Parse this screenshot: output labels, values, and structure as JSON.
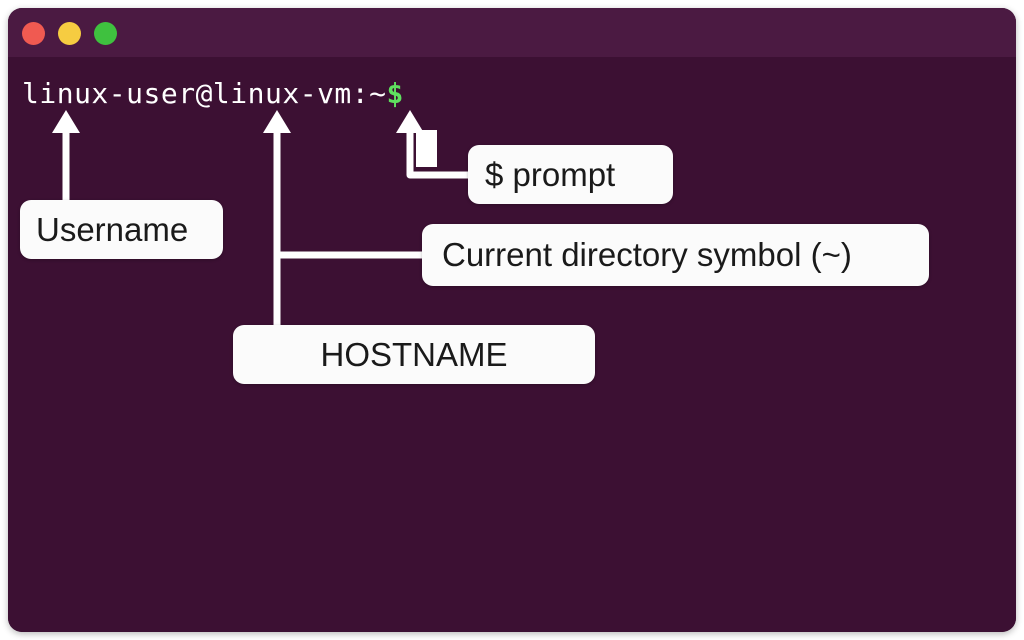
{
  "window": {
    "title_bar": {
      "buttons": [
        {
          "name": "close",
          "color": "#f05a51"
        },
        {
          "name": "minimize",
          "color": "#f6cc41"
        },
        {
          "name": "zoom",
          "color": "#3fc13f"
        }
      ]
    },
    "colors": {
      "titlebar_bg": "#4b1a42",
      "body_bg": "#3c1033",
      "prompt_text": "#ffffff",
      "sigil_green": "#5fe05f",
      "callout_bg": "#fbfbfb",
      "callout_text": "#1a1a1a",
      "connector": "#ffffff"
    }
  },
  "terminal": {
    "prompt": {
      "username": "linux-user",
      "at": "@",
      "hostname": "linux-vm",
      "separator": ":",
      "cwd": "~",
      "sigil": "$",
      "full_text": "linux-user@linux-vm:~$",
      "before_sigil": "linux-user@linux-vm:~"
    },
    "cursor": "block-cursor"
  },
  "annotations": [
    {
      "id": "username",
      "label": "Username"
    },
    {
      "id": "hostname",
      "label": "HOSTNAME"
    },
    {
      "id": "dollar-prompt",
      "label": "$ prompt"
    },
    {
      "id": "cwd",
      "label": "Current directory symbol (~)"
    }
  ]
}
